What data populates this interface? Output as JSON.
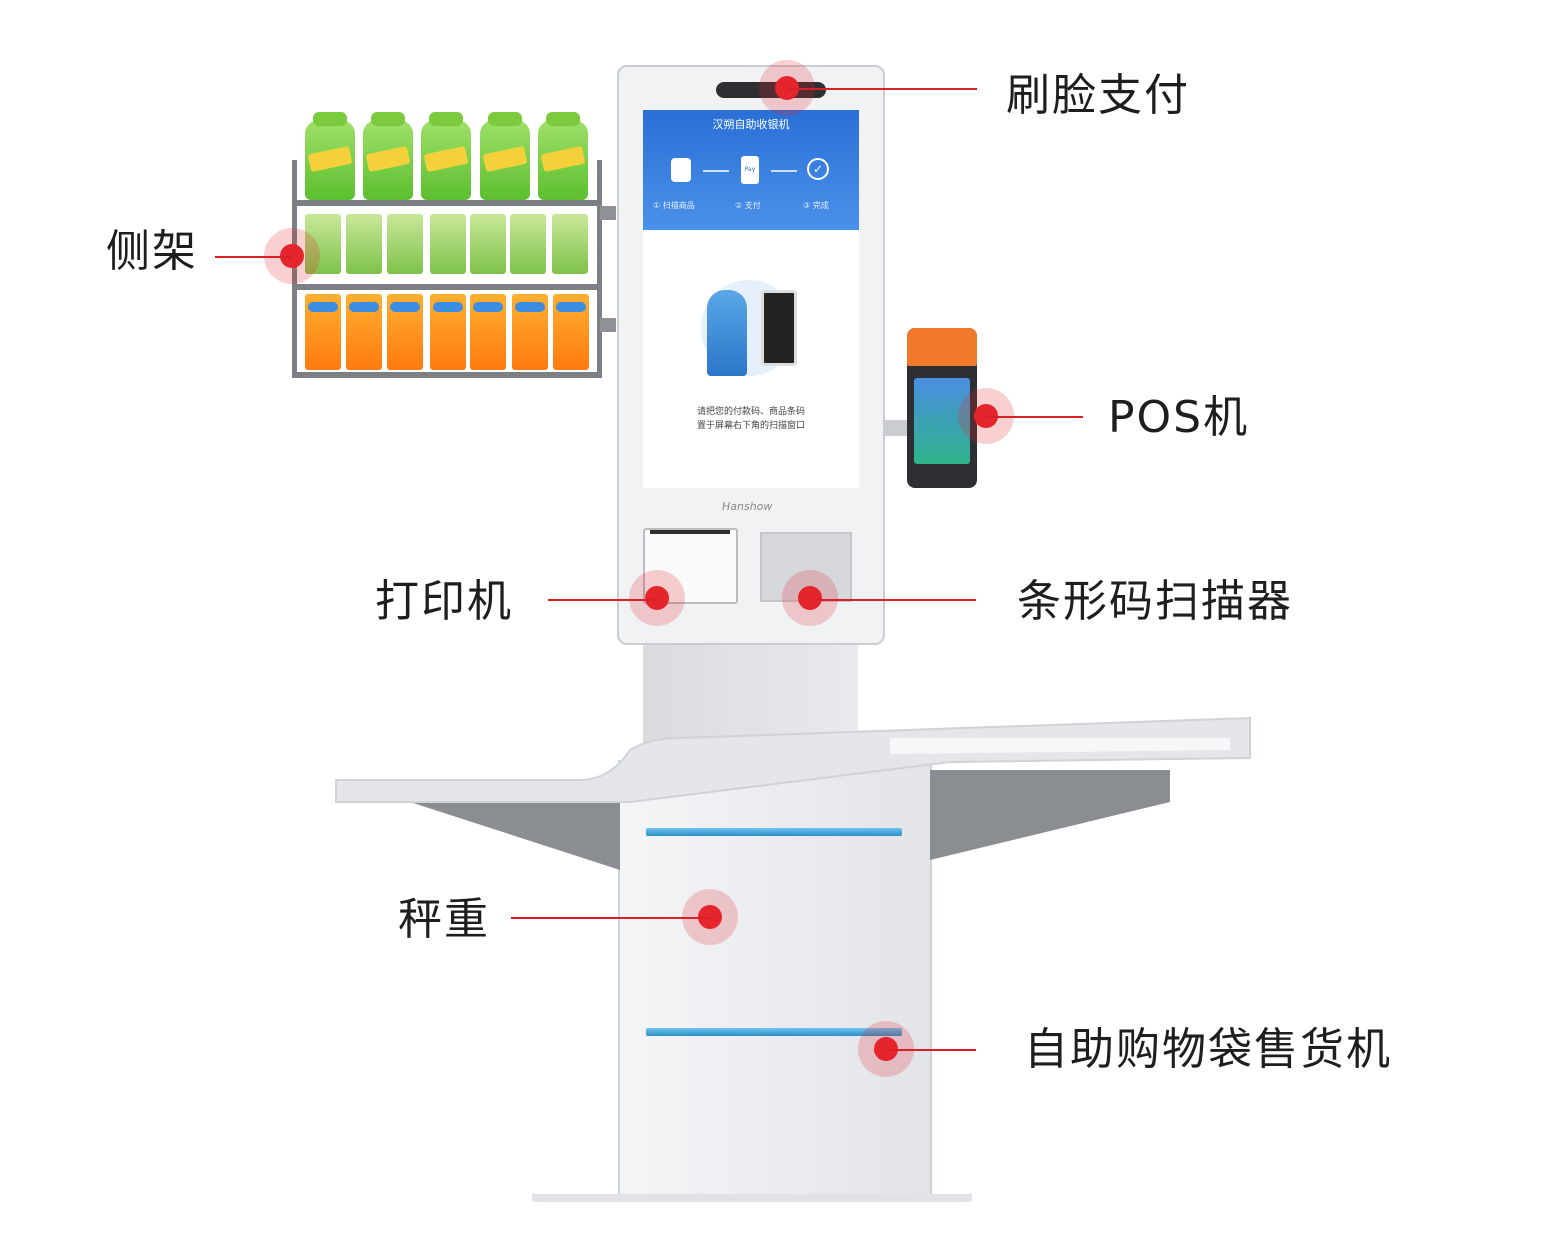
{
  "labels": {
    "face_pay": "刷脸支付",
    "side_rack": "侧架",
    "pos": "POS机",
    "printer": "打印机",
    "scanner": "条形码扫描器",
    "scale": "秤重",
    "bag_vending": "自助购物袋售货机"
  },
  "screen": {
    "title": "汉朔自助收银机",
    "step1": "① 扫描商品",
    "step2": "② 支付",
    "step3": "③ 完成",
    "pay_icon": "Pay",
    "prompt_line1": "请把您的付款码、商品条码",
    "prompt_line2": "置于屏幕右下角的扫描窗口"
  },
  "brand": "Hanshow",
  "colors": {
    "accent": "#e5252c",
    "line": "#d92027",
    "screen_header": "#2a6fd6",
    "body": "#eef0f3"
  }
}
